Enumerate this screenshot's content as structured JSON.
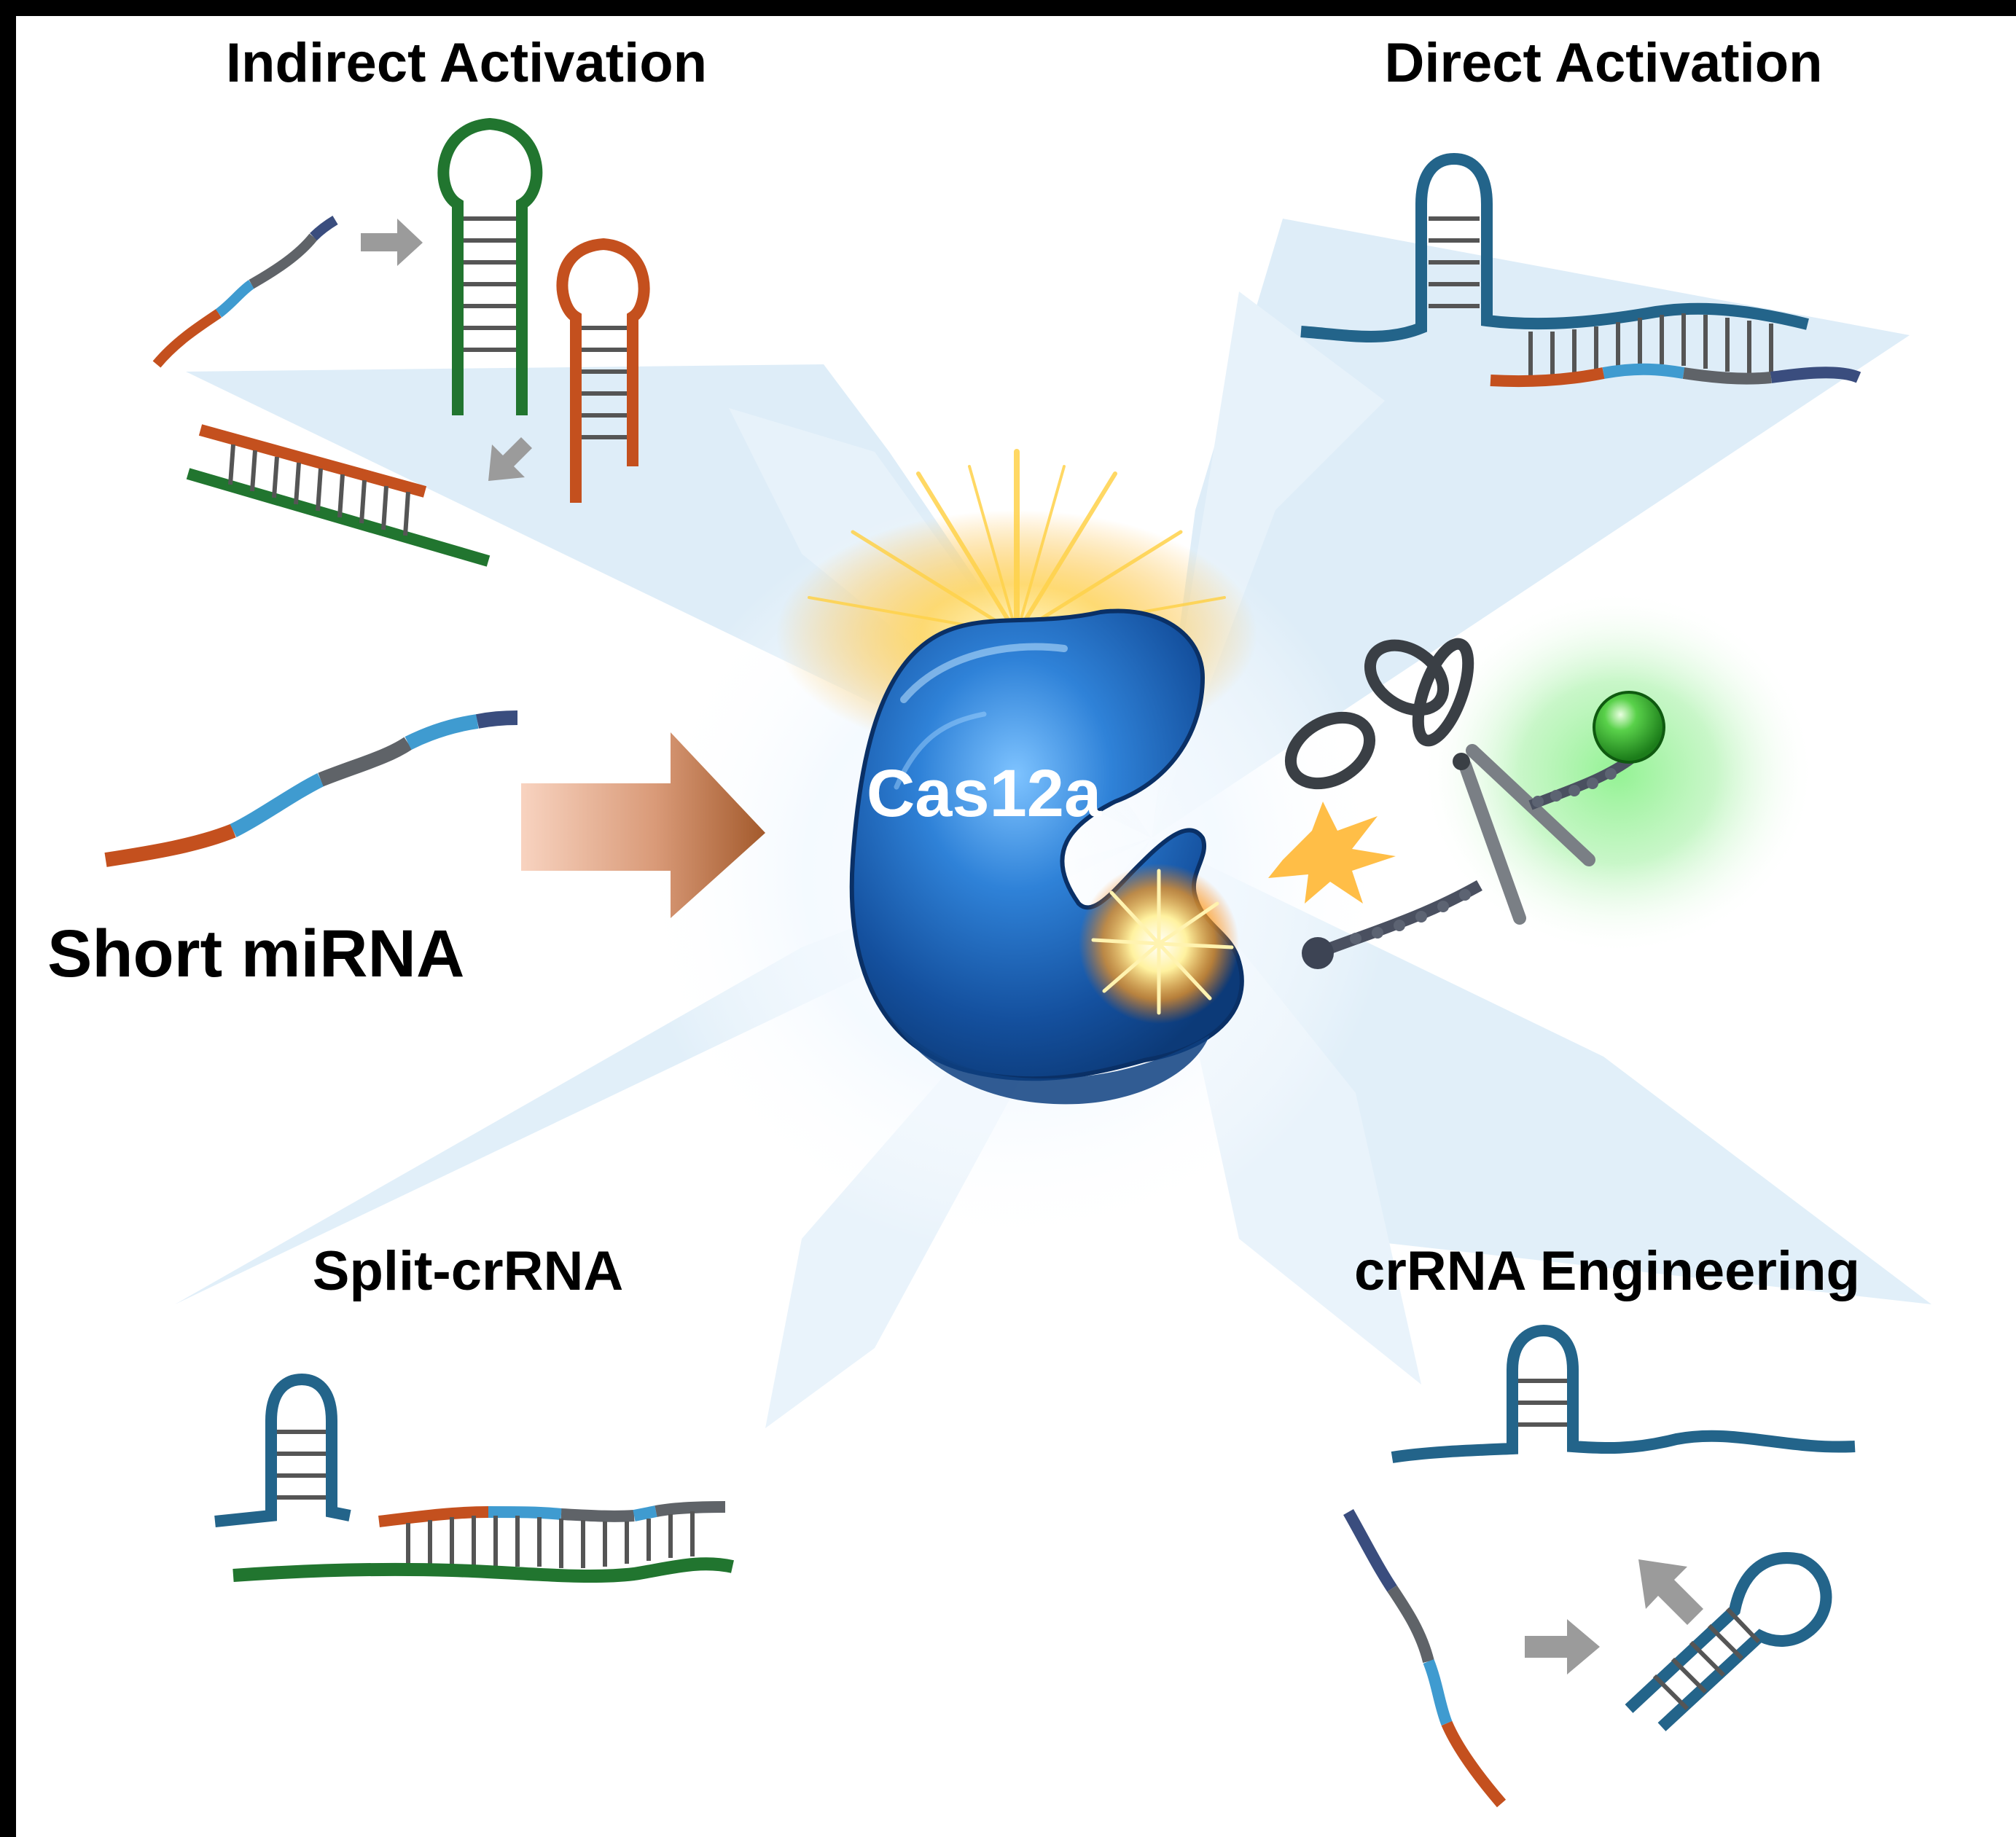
{
  "figure": {
    "labels": {
      "indirect_activation": "Indirect Activation",
      "direct_activation": "Direct Activation",
      "short_mirna": "Short miRNA",
      "split_crrna": "Split-crRNA",
      "crrna_engineering": "crRNA Engineering",
      "cas12a": "Cas12a"
    },
    "colors": {
      "background_frame": "#000000",
      "panel": "#ffffff",
      "orange_strand": "#c4501e",
      "light_blue_segment": "#3f9bd0",
      "gray_segment": "#5f6368",
      "navy_segment": "#3a4d7e",
      "green_strand": "#21752f",
      "teal_blue_crrna": "#23648a",
      "protein_blue": "#1b5fb4",
      "glow_yellow": "#ffc93a",
      "fluorophore_green": "#2fb32f",
      "gray_arrow": "#9b9b9b"
    },
    "icons": [
      "scissors-icon",
      "fluorophore-probe-icon",
      "quencher-probe-icon",
      "explosion-burst-icon"
    ]
  }
}
